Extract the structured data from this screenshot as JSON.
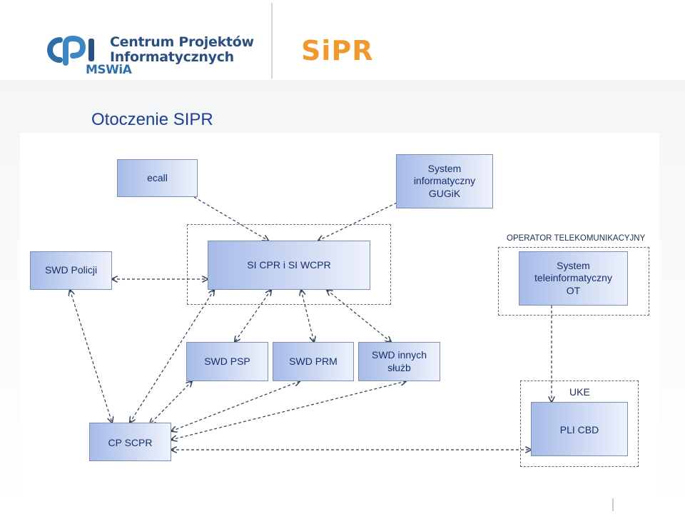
{
  "header": {
    "cpi_line1": "Centrum Projektów",
    "cpi_line2": "Informatycznych",
    "cpi_sub": "MSWiA",
    "sipr_logo": "SiPR"
  },
  "title": "Otoczenie SIPR",
  "nodes": {
    "ecall": "ecall",
    "gugik": [
      "System",
      "informatyczny",
      "GUGiK"
    ],
    "swd_policji": "SWD Policji",
    "si_cpr": "SI CPR i SI WCPR",
    "ot": [
      "System",
      "teleinformatyczny",
      "OT"
    ],
    "swd_psp": "SWD PSP",
    "swd_prm": "SWD PRM",
    "swd_innych": [
      "SWD innych",
      "służb"
    ],
    "cp_scpr": "CP SCPR",
    "pli_cbd": "PLI CBD"
  },
  "groups": {
    "operator": "OPERATOR TELEKOMUNIKACYJNY",
    "uke": "UKE"
  },
  "colors": {
    "title": "#1f3f93",
    "node_text": "#15306b",
    "edge": "#2c3b52",
    "logo_orange": "#ef9a2e",
    "logo_blue": "#2a4f80"
  },
  "edges": [
    {
      "from": "ecall",
      "to": "si_cpr",
      "dir": "forward"
    },
    {
      "from": "gugik",
      "to": "si_cpr",
      "dir": "forward"
    },
    {
      "from": "swd_policji",
      "to": "si_cpr",
      "dir": "both"
    },
    {
      "from": "si_cpr",
      "to": "swd_psp",
      "dir": "both"
    },
    {
      "from": "si_cpr",
      "to": "swd_prm",
      "dir": "both"
    },
    {
      "from": "si_cpr",
      "to": "swd_innych",
      "dir": "both"
    },
    {
      "from": "si_cpr",
      "to": "cp_scpr",
      "dir": "both"
    },
    {
      "from": "swd_policji",
      "to": "cp_scpr",
      "dir": "both"
    },
    {
      "from": "swd_psp",
      "to": "cp_scpr",
      "dir": "both"
    },
    {
      "from": "swd_prm",
      "to": "cp_scpr",
      "dir": "both"
    },
    {
      "from": "swd_innych",
      "to": "cp_scpr",
      "dir": "both"
    },
    {
      "from": "cp_scpr",
      "to": "pli_cbd",
      "dir": "both"
    },
    {
      "from": "ot",
      "to": "pli_cbd",
      "dir": "forward"
    }
  ]
}
